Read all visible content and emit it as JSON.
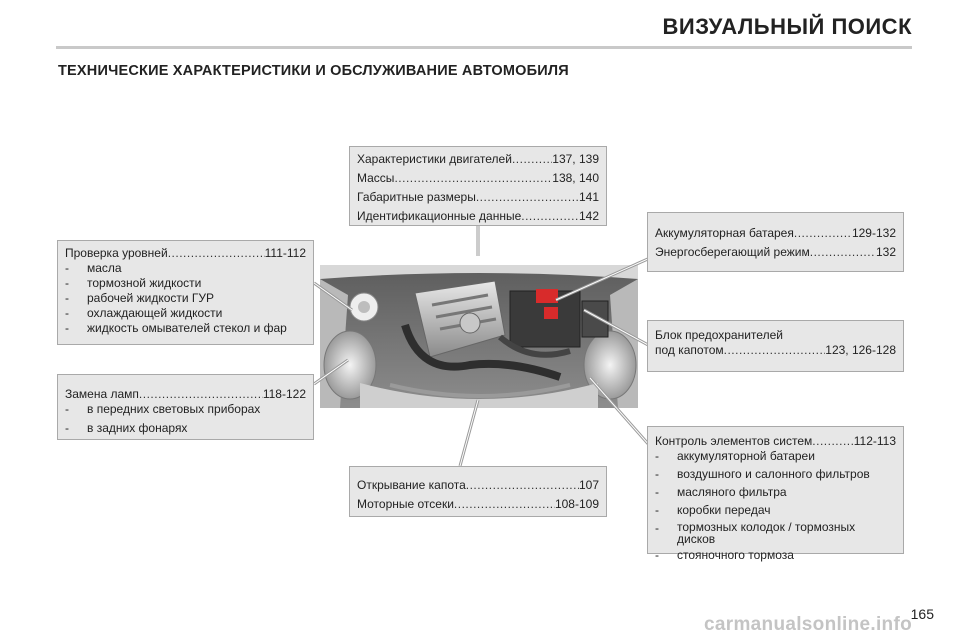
{
  "header": {
    "title": "ВИЗУАЛЬНЫЙ ПОИСК"
  },
  "section": {
    "title": "ТЕХНИЧЕСКИЕ ХАРАКТЕРИСТИКИ И ОБСЛУЖИВАНИЕ АВТОМОБИЛЯ"
  },
  "boxes": {
    "engine_specs": {
      "entries": [
        {
          "label": "Характеристики двигателей",
          "pages": "137, 139"
        },
        {
          "label": "Массы",
          "pages": "138, 140"
        },
        {
          "label": "Габаритные размеры",
          "pages": "141"
        },
        {
          "label": "Идентификационные данные",
          "pages": "142"
        }
      ]
    },
    "battery": {
      "entries": [
        {
          "label": "Аккумуляторная батарея",
          "pages": "129-132"
        },
        {
          "label": "Энергосберегающий режим",
          "pages": "132"
        }
      ]
    },
    "levels": {
      "label": "Проверка уровней",
      "pages": "111-112",
      "items": [
        "масла",
        "тормозной жидкости",
        "рабочей жидкости ГУР",
        "охлаждающей жидкости",
        "жидкость омывателей стекол и фар"
      ]
    },
    "fuses": {
      "line1": "Блок предохранителей",
      "label": "под капотом",
      "pages": "123, 126-128"
    },
    "lamps": {
      "label": "Замена ламп",
      "pages": "118-122",
      "items": [
        "в передних световых приборах",
        "в задних фонарях"
      ]
    },
    "hood": {
      "entries": [
        {
          "label": "Открывание капота",
          "pages": "107"
        },
        {
          "label": "Моторные отсеки",
          "pages": "108-109"
        }
      ]
    },
    "checks": {
      "label": "Контроль элементов систем",
      "pages": "112-113",
      "items": [
        "аккумуляторной батареи",
        "воздушного и салонного фильтров",
        "масляного фильтра",
        "коробки передач",
        "тормозных колодок / тормозных дисков",
        "стояночного тормоза"
      ]
    }
  },
  "list_dash": "-",
  "page_number": "165",
  "watermark": "carmanualsonline.info"
}
